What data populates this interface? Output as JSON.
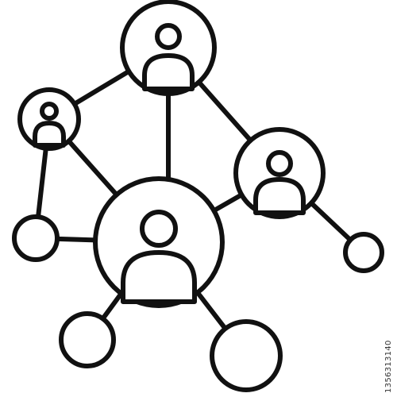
{
  "image": {
    "stroke_color": "#111111",
    "background_color": "#ffffff",
    "stock_id": "1356313140"
  },
  "network": {
    "user_nodes": [
      {
        "id": "top",
        "icon": "user-icon"
      },
      {
        "id": "left",
        "icon": "user-icon"
      },
      {
        "id": "right",
        "icon": "user-icon"
      },
      {
        "id": "center",
        "icon": "user-icon"
      }
    ],
    "plain_nodes": [
      {
        "id": "left-small"
      },
      {
        "id": "right-small"
      },
      {
        "id": "bottom-left"
      },
      {
        "id": "bottom-right"
      }
    ],
    "connections": [
      [
        "top",
        "left"
      ],
      [
        "top",
        "center"
      ],
      [
        "top",
        "right"
      ],
      [
        "left",
        "center"
      ],
      [
        "left",
        "left-small"
      ],
      [
        "left-small",
        "center"
      ],
      [
        "center",
        "right"
      ],
      [
        "right",
        "right-small"
      ],
      [
        "center",
        "bottom-left"
      ],
      [
        "center",
        "bottom-right"
      ]
    ]
  }
}
